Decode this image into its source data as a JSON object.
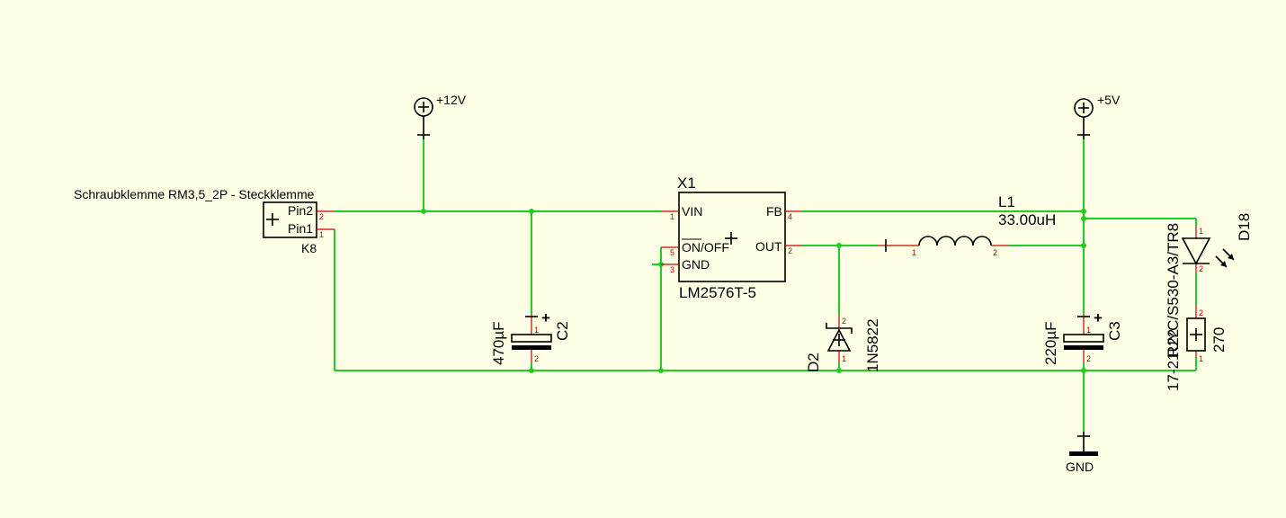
{
  "supply_in": {
    "label": "+12V"
  },
  "supply_out": {
    "label": "+5V"
  },
  "ground": {
    "label": "GND"
  },
  "connector": {
    "title": "Schraubklemme RM3,5_2P - Steckklemme",
    "ref": "K8",
    "pin2": "Pin2",
    "pin1": "Pin1",
    "pin2_num": "2",
    "pin1_num": "1"
  },
  "regulator": {
    "ref": "X1",
    "value": "LM2576T-5",
    "vin": "VIN",
    "fb": "FB",
    "onoff": "ON/OFF",
    "out": "OUT",
    "gnd": "GND",
    "pin_vin": "1",
    "pin_fb": "4",
    "pin_onoff": "5",
    "pin_out": "2",
    "pin_gnd": "3"
  },
  "inductor": {
    "ref": "L1",
    "value": "33.00uH",
    "pin1": "1",
    "pin2": "2"
  },
  "cap_in": {
    "ref": "C2",
    "value": "470µF",
    "plus": "+",
    "pin1": "1",
    "pin2": "2"
  },
  "cap_out": {
    "ref": "C3",
    "value": "220µF",
    "plus": "+",
    "pin1": "1",
    "pin2": "2"
  },
  "diode": {
    "ref": "D2",
    "value": "1N5822",
    "pin1": "1",
    "pin2": "2"
  },
  "led": {
    "ref": "D18",
    "value": "17-21UYC/S530-A3/TR8",
    "pin1": "1",
    "pin2": "2"
  },
  "resistor": {
    "ref": "R22",
    "value": "270",
    "pin1": "1",
    "pin2": "2"
  }
}
